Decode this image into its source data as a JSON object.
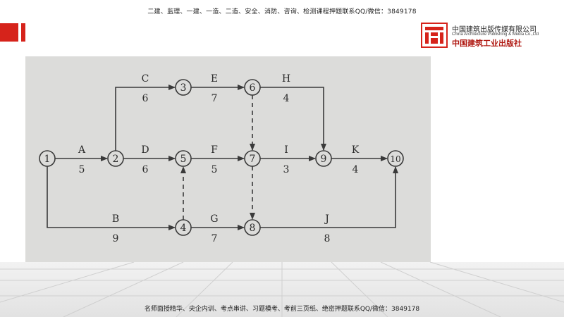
{
  "header": {
    "banner_text": "二建、监理、一建、一造、二造、安全、消防、咨询、检测课程押题联系QQ/微信：3849178"
  },
  "logo": {
    "name_cn": "中国建筑出版传媒有限公司",
    "name_en": "China Architecture Publishing & Media Co.,Ltd",
    "name_calligraphy": "中国建筑工业出版社",
    "brand_color": "#d6231b"
  },
  "footer": {
    "banner_text": "名师面授精华、央企内训、考点串讲、习题模考、考前三页纸、绝密押题联系QQ/微信：3849178"
  },
  "diagram": {
    "nodes": [
      {
        "id": "1",
        "label": "1"
      },
      {
        "id": "2",
        "label": "2"
      },
      {
        "id": "3",
        "label": "3"
      },
      {
        "id": "4",
        "label": "4"
      },
      {
        "id": "5",
        "label": "5"
      },
      {
        "id": "6",
        "label": "6"
      },
      {
        "id": "7",
        "label": "7"
      },
      {
        "id": "8",
        "label": "8"
      },
      {
        "id": "9",
        "label": "9"
      },
      {
        "id": "10",
        "label": "10"
      }
    ],
    "activities": [
      {
        "from": "1",
        "to": "2",
        "name": "A",
        "duration": "5"
      },
      {
        "from": "1",
        "to": "4",
        "name": "B",
        "duration": "9"
      },
      {
        "from": "2",
        "to": "3",
        "name": "C",
        "duration": "6"
      },
      {
        "from": "2",
        "to": "5",
        "name": "D",
        "duration": "6"
      },
      {
        "from": "3",
        "to": "6",
        "name": "E",
        "duration": "7"
      },
      {
        "from": "5",
        "to": "7",
        "name": "F",
        "duration": "5"
      },
      {
        "from": "4",
        "to": "8",
        "name": "G",
        "duration": "7"
      },
      {
        "from": "6",
        "to": "9",
        "name": "H",
        "duration": "4"
      },
      {
        "from": "7",
        "to": "9",
        "name": "I",
        "duration": "3"
      },
      {
        "from": "8",
        "to": "10",
        "name": "J",
        "duration": "8"
      },
      {
        "from": "9",
        "to": "10",
        "name": "K",
        "duration": "4"
      }
    ],
    "dummies": [
      {
        "from": "4",
        "to": "5"
      },
      {
        "from": "6",
        "to": "7"
      },
      {
        "from": "7",
        "to": "8"
      }
    ]
  }
}
